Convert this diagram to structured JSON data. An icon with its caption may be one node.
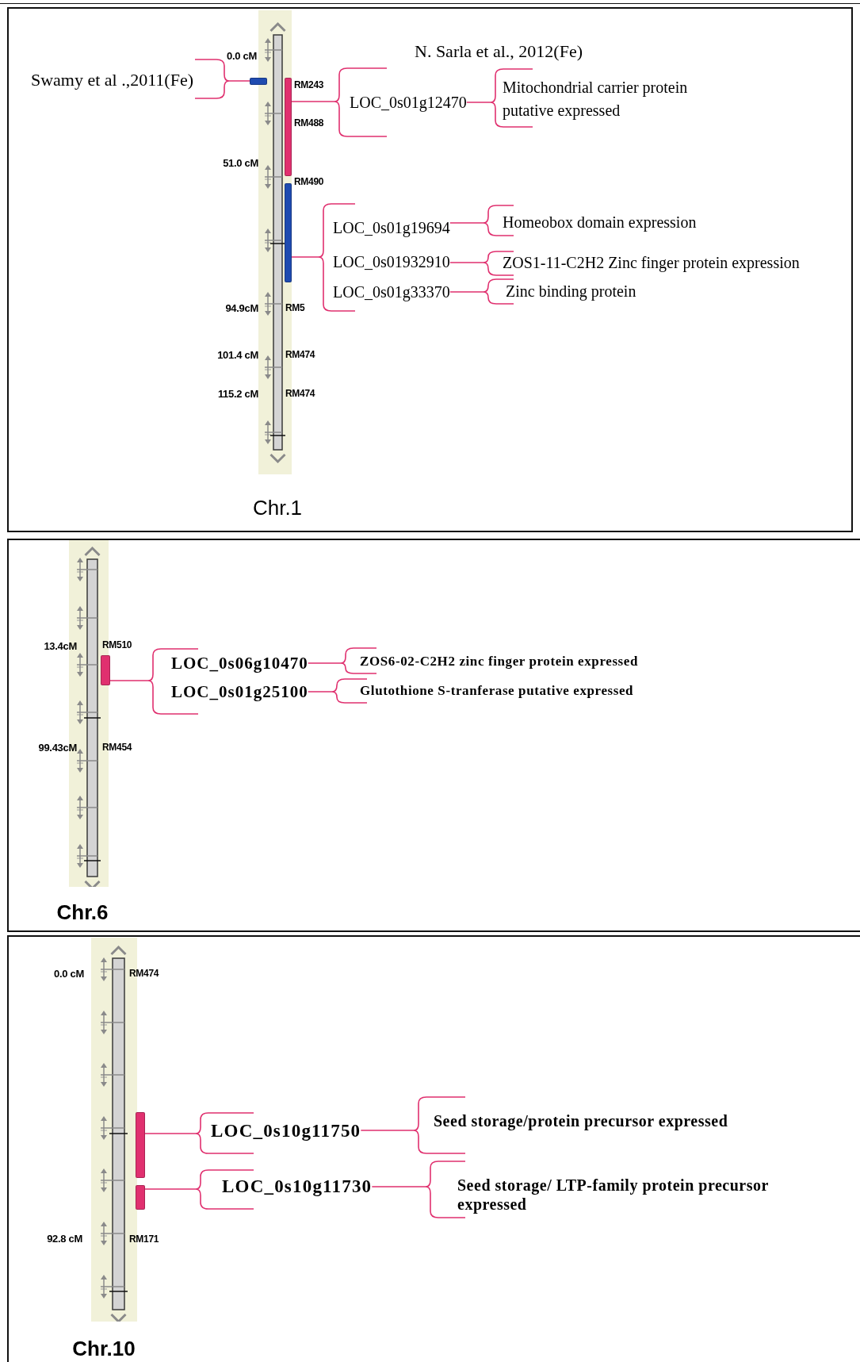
{
  "diagram": {
    "nodes": [
      {
        "text": [
          "Swamy et al .,2011(Fe)"
        ]
      },
      {
        "text": [],
        "shape": "bar"
      },
      {
        "text": [],
        "shape": "bar"
      },
      {
        "text": [
          "LOC_0s01g12470"
        ]
      },
      {
        "text": [
          "Mitochondrial carrier protein putative expressed"
        ]
      },
      {
        "text": [],
        "shape": "bar"
      },
      {
        "text": [
          "LOC_0s01g19694"
        ]
      },
      {
        "text": [
          "LOC_0s01932910"
        ]
      },
      {
        "text": [
          "LOC_0s01g33370"
        ]
      },
      {
        "text": [
          "Homeobox domain expression"
        ]
      },
      {
        "text": [
          "ZOS1-11-C2H2 Zinc finger protein expression"
        ]
      },
      {
        "text": [
          "Zinc binding protein"
        ]
      },
      {
        "text": [],
        "shape": "bar"
      },
      {
        "text": [
          "LOC_0s06g10470"
        ]
      },
      {
        "text": [
          "LOC_0s01g25100"
        ]
      },
      {
        "text": [
          "ZOS6-02-C2H2 zinc finger protein expressed"
        ]
      },
      {
        "text": [
          "Glutothione S-tranferase putative expressed"
        ]
      },
      {
        "text": [],
        "shape": "bar"
      },
      {
        "text": [],
        "shape": "bar"
      },
      {
        "text": [
          "LOC_0s10g11750"
        ]
      },
      {
        "text": [
          "LOC_0s10g11730"
        ]
      },
      {
        "text": [
          "Seed storage/protein precursor expressed"
        ]
      },
      {
        "text": [
          "Seed storage/ LTP-family protein precursor expressed"
        ]
      }
    ],
    "edges": [
      {
        "from": 1,
        "to": 0,
        "arrow": "none"
      },
      {
        "from": 2,
        "to": 3,
        "arrow": "none"
      },
      {
        "from": 3,
        "to": 4,
        "arrow": "none"
      },
      {
        "from": 5,
        "to": 6,
        "arrow": "none"
      },
      {
        "from": 5,
        "to": 7,
        "arrow": "none"
      },
      {
        "from": 5,
        "to": 8,
        "arrow": "none"
      },
      {
        "from": 6,
        "to": 9,
        "arrow": "none"
      },
      {
        "from": 7,
        "to": 10,
        "arrow": "none"
      },
      {
        "from": 8,
        "to": 11,
        "arrow": "none"
      },
      {
        "from": 12,
        "to": 13,
        "arrow": "none"
      },
      {
        "from": 12,
        "to": 14,
        "arrow": "none"
      },
      {
        "from": 13,
        "to": 15,
        "arrow": "none"
      },
      {
        "from": 14,
        "to": 16,
        "arrow": "none"
      },
      {
        "from": 17,
        "to": 19,
        "arrow": "none"
      },
      {
        "from": 18,
        "to": 20,
        "arrow": "none"
      },
      {
        "from": 19,
        "to": 21,
        "arrow": "none"
      },
      {
        "from": 20,
        "to": 22,
        "arrow": "none"
      }
    ],
    "labels": [
      "N. Sarla et al., 2012(Fe)",
      "0.0 cM",
      "RM243",
      "RM488",
      "51.0 cM",
      "RM490",
      "94.9cM",
      "RM5",
      "101.4 cM",
      "RM474",
      "115.2 cM",
      "RM474",
      "Chr.1",
      "13.4cM",
      "RM510",
      "99.43cM",
      "RM454",
      "Chr.6",
      "0.0 cM",
      "RM474",
      "92.8 cM",
      "RM171",
      "Chr.10"
    ]
  }
}
